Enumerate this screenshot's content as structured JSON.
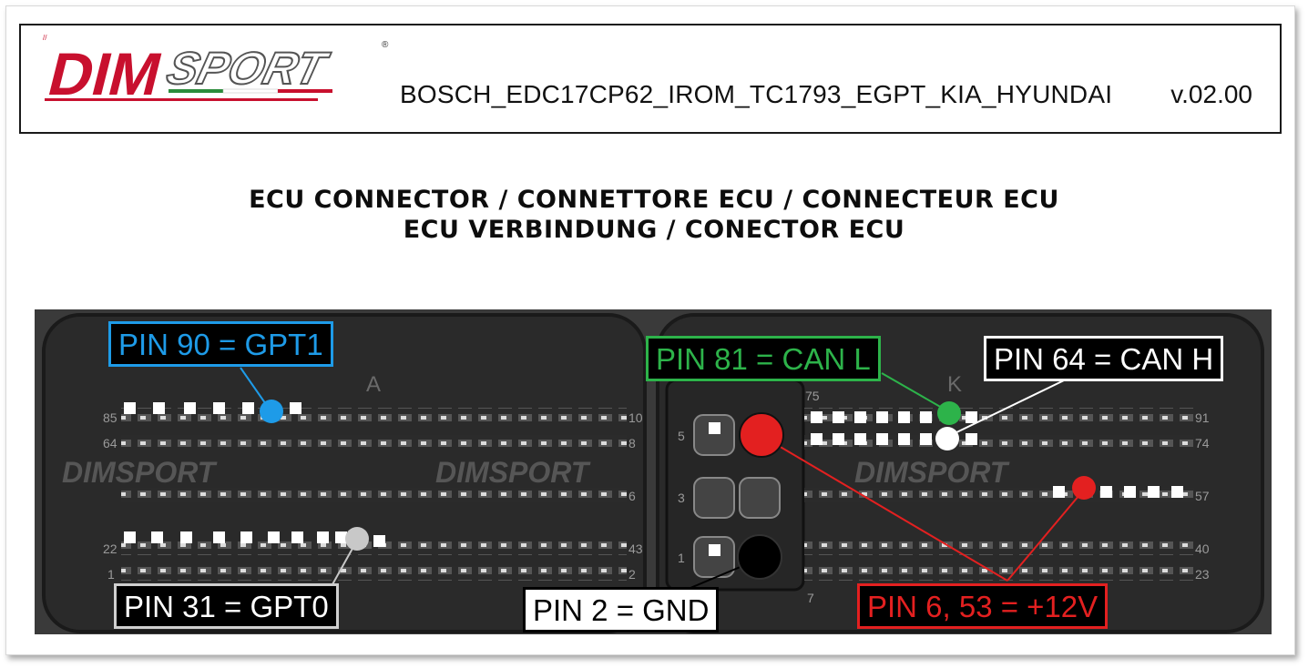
{
  "header": {
    "brand": "DIMSPORT",
    "brand_part1": "DIM",
    "brand_part2": "SPORT",
    "registered": "®",
    "doc_code": "BOSCH_EDC17CP62_IROM_TC1793_EGPT_KIA_HYUNDAI",
    "version": "v.02.00"
  },
  "titles": {
    "line1": "ECU CONNECTOR / CONNETTORE ECU / CONNECTEUR ECU",
    "line2": "ECU VERBINDUNG / CONECTOR ECU"
  },
  "connector": {
    "left_block_letter": "A",
    "right_block_letter": "K",
    "watermark": "DIMSPORT",
    "left_pin_numbers": [
      "85",
      "64",
      "22",
      "1",
      "10",
      "8",
      "6",
      "43",
      "2"
    ],
    "right_pin_numbers": [
      "75",
      "91",
      "74",
      "57",
      "40",
      "23",
      "7"
    ],
    "power_pin_numbers": [
      "5",
      "3",
      "1"
    ]
  },
  "pins": {
    "gpt1": {
      "label": "PIN 90 = GPT1",
      "color": "#1e9be8"
    },
    "can_l": {
      "label": "PIN 81 = CAN L",
      "color": "#2db34a"
    },
    "can_h": {
      "label": "PIN 64 = CAN H",
      "color": "#ffffff"
    },
    "gpt0": {
      "label": "PIN 31 = GPT0",
      "color": "#c8c8c8"
    },
    "gnd": {
      "label": "PIN 2 = GND",
      "color": "#000000"
    },
    "plus12v": {
      "label": "PIN 6, 53 = +12V",
      "color": "#e32020"
    }
  }
}
